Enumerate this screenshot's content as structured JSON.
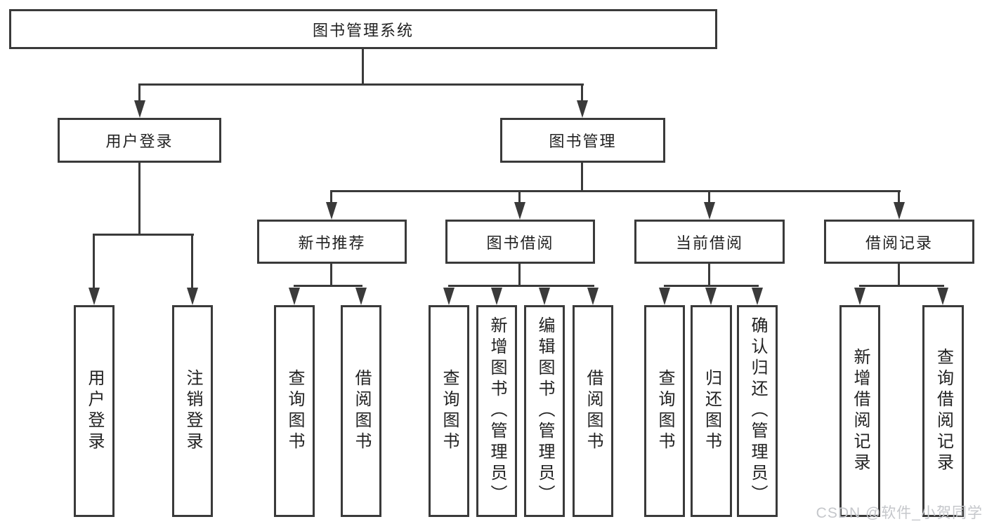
{
  "colors": {
    "line": "#3a3a3a",
    "text": "#222222",
    "watermark": "#c5c7cb",
    "background": "#ffffff"
  },
  "diagram": {
    "root": {
      "label": "图书管理系统"
    },
    "level2": {
      "user_login": {
        "label": "用户登录"
      },
      "book_mgmt": {
        "label": "图书管理"
      }
    },
    "level3": {
      "new_book_rec": {
        "label": "新书推荐"
      },
      "book_borrow": {
        "label": "图书借阅"
      },
      "current_borrow": {
        "label": "当前借阅"
      },
      "borrow_records": {
        "label": "借阅记录"
      }
    },
    "leaves": {
      "user_login": {
        "label": "用户登录"
      },
      "logout": {
        "label": "注销登录"
      },
      "rec_query_book": {
        "label": "查询图书"
      },
      "rec_borrow_book": {
        "label": "借阅图书"
      },
      "bb_query_book": {
        "label": "查询图书"
      },
      "bb_add_book": {
        "label": "新增图书（管理员）"
      },
      "bb_edit_book": {
        "label": "编辑图书（管理员）"
      },
      "bb_borrow_book": {
        "label": "借阅图书"
      },
      "cb_query_book": {
        "label": "查询图书"
      },
      "cb_return_book": {
        "label": "归还图书"
      },
      "cb_confirm_return": {
        "label": "确认归还（管理员）"
      },
      "br_add_record": {
        "label": "新增借阅记录"
      },
      "br_query_record": {
        "label": "查询借阅记录"
      }
    }
  },
  "watermark": {
    "text": "CSDN @软件_小贺同学"
  }
}
